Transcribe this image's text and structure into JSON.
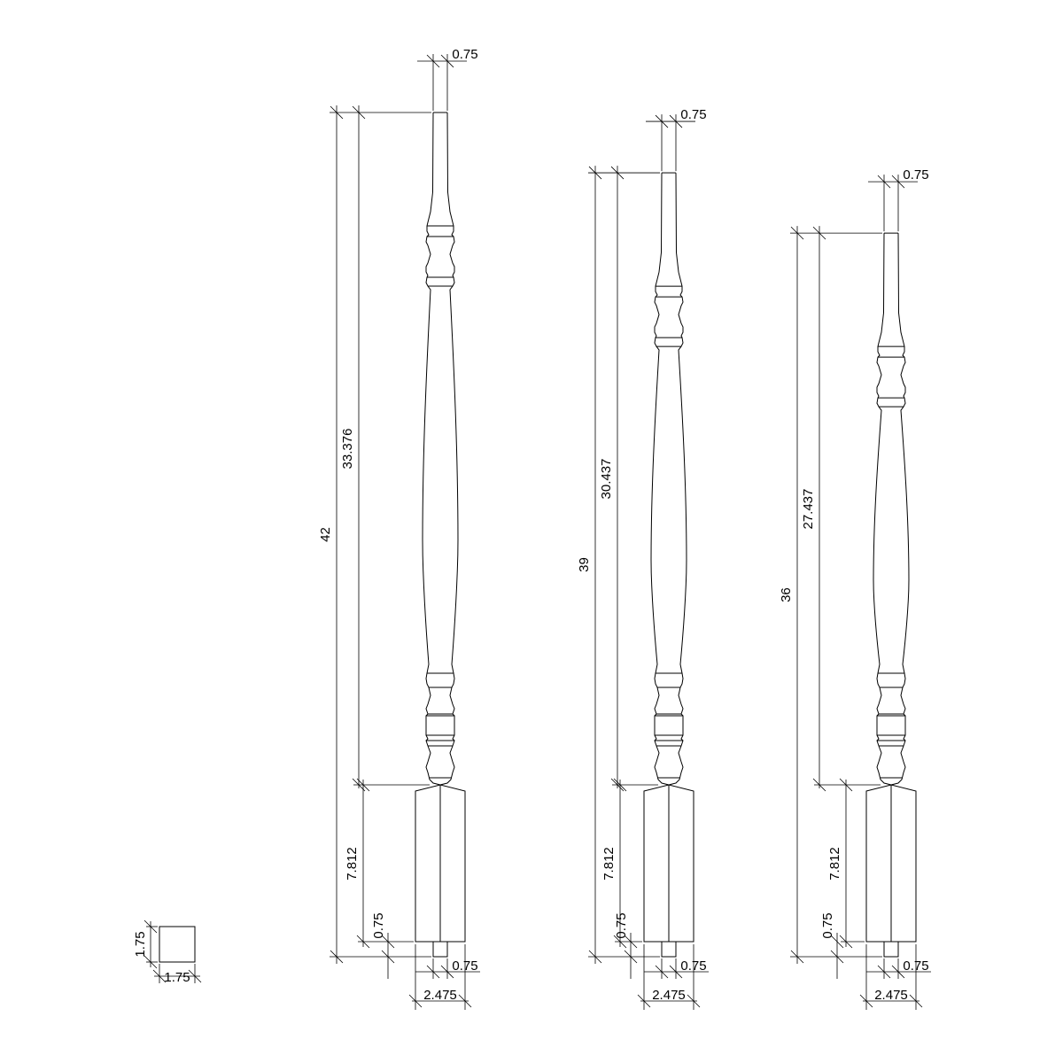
{
  "balusters": [
    {
      "overall": "42",
      "shaft": "33.376",
      "block": "7.812",
      "pin_height": "0.75",
      "top_width": "0.75",
      "pin_width": "0.75",
      "block_width": "2.475"
    },
    {
      "overall": "39",
      "shaft": "30.437",
      "block": "7.812",
      "pin_height": "0.75",
      "top_width": "0.75",
      "pin_width": "0.75",
      "block_width": "2.475"
    },
    {
      "overall": "36",
      "shaft": "27.437",
      "block": "7.812",
      "pin_height": "0.75",
      "top_width": "0.75",
      "pin_width": "0.75",
      "block_width": "2.475"
    }
  ],
  "section": {
    "height": "1.75",
    "width": "1.75"
  },
  "colors": {
    "line": "#000000",
    "background": "#ffffff"
  }
}
